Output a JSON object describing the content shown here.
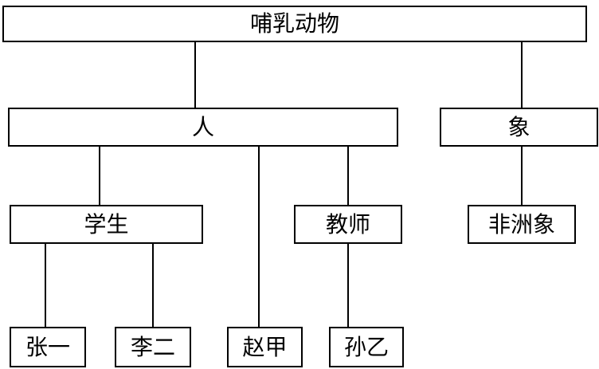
{
  "nodes": {
    "mammal": "哺乳动物",
    "human": "人",
    "elephant": "象",
    "student": "学生",
    "teacher": "教师",
    "african_elephant": "非洲象",
    "zhang_yi": "张一",
    "li_er": "李二",
    "zhao_jia": "赵甲",
    "sun_yi": "孙乙"
  }
}
